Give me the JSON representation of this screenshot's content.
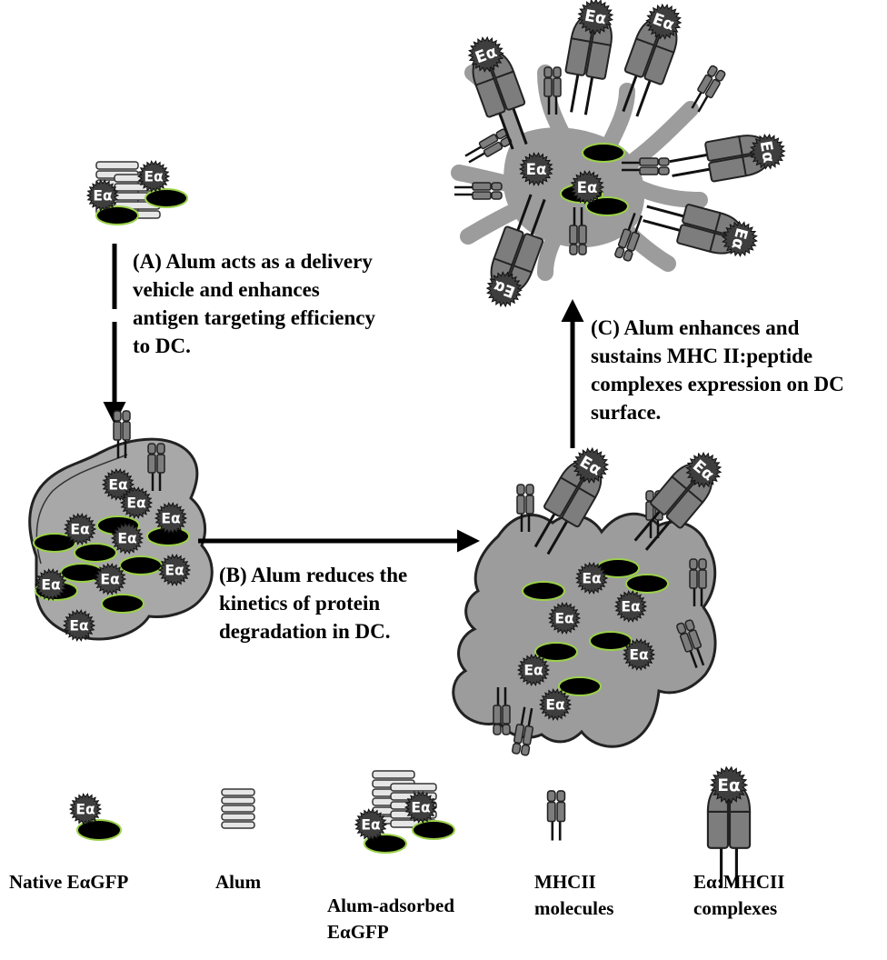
{
  "steps": {
    "a": "(A) Alum acts as a delivery\nvehicle and enhances\nantigen targeting efficiency\nto DC.",
    "b": "(B) Alum reduces the\nkinetics of protein\ndegradation in DC.",
    "c": "(C) Alum enhances and\nsustains MHC II:peptide\ncomplexes expression on DC\nsurface."
  },
  "antigen_label": "Eα",
  "legend": {
    "native": "Native EαGFP",
    "alum": "Alum",
    "adsorbed": "Alum-adsorbed\nEαGFP",
    "mhcii": "MHCII\nmolecules",
    "complexes": "Eα:MHCII\ncomplexes"
  },
  "colors": {
    "cell_fill": "#a8a8a8",
    "dc_light": "#9c9c9c",
    "mhc_fill": "#7d7d7d",
    "antigen": "#3e3e3e",
    "gfp_fill": "#000000",
    "gfp_outline": "#9bd14a",
    "alum_fill": "#e6e6e6"
  }
}
